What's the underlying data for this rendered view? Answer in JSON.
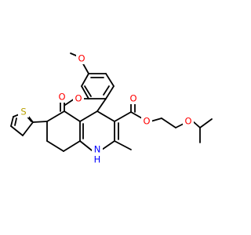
{
  "molecule": {
    "atom_labels": {
      "o_methoxy_top": "O",
      "o_methoxy_mid": "O",
      "o_ester_carbonyl": "O",
      "o_ester_link": "O",
      "o_ether": "O",
      "o_ketone": "O",
      "s_thiophene": "S",
      "n_amine": "N",
      "h_amine": "H"
    },
    "colors": {
      "oxygen": "#ff0000",
      "sulfur": "#b8a000",
      "nitrogen": "#0000ff",
      "bond": "#000000"
    }
  }
}
